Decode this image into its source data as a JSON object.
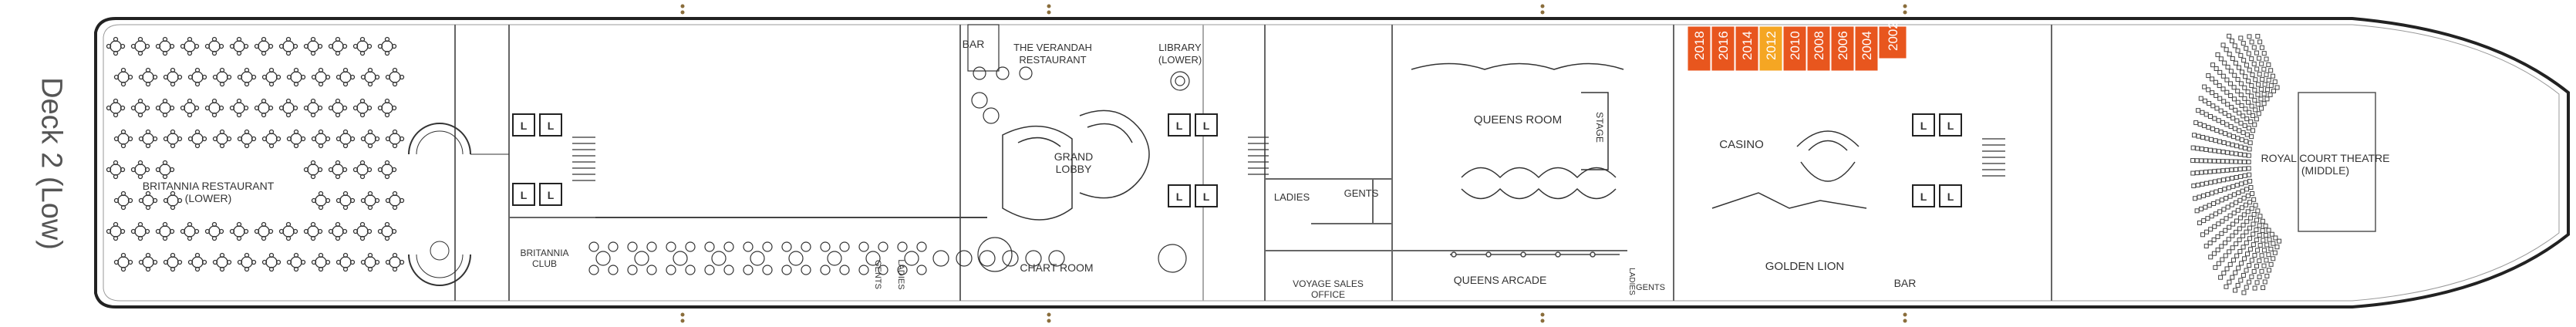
{
  "deck": {
    "title": "Deck 2 (Low)"
  },
  "rooms": {
    "britannia_restaurant": [
      "BRITANNIA RESTAURANT",
      "(LOWER)"
    ],
    "britannia_club": [
      "BRITANNIA",
      "CLUB"
    ],
    "bar_top": "BAR",
    "verandah": [
      "THE VERANDAH",
      "RESTAURANT"
    ],
    "library": [
      "LIBRARY",
      "(LOWER)"
    ],
    "grand_lobby": [
      "GRAND",
      "LOBBY"
    ],
    "chart_room": "CHART ROOM",
    "ladies_left": "LADIES",
    "gents_left": "GENTS",
    "ladies_mid": "LADIES",
    "gents_mid": "GENTS",
    "voyage_sales": [
      "VOYAGE SALES",
      "OFFICE"
    ],
    "queens_room": "QUEENS ROOM",
    "stage": "STAGE",
    "queens_arcade": "QUEENS ARCADE",
    "ladies_right": "LADIES",
    "gents_right": "GENTS",
    "casino": "CASINO",
    "golden_lion": "GOLDEN LION",
    "bar_bottom": "BAR",
    "royal_court": [
      "ROYAL COURT THEATRE",
      "(MIDDLE)"
    ]
  },
  "cabins": {
    "accent_color": "#e8561e",
    "highlight_color": "#f5a623",
    "highlighted": "2012",
    "lower_row": [
      "2018",
      "2016",
      "2014",
      "2012",
      "2010",
      "2008",
      "2006",
      "2004"
    ],
    "upper_row": [
      "2002"
    ]
  }
}
